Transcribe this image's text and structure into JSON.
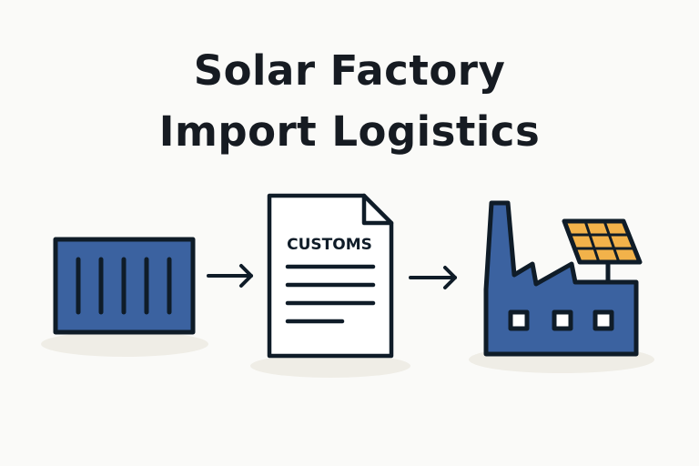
{
  "title": {
    "line1": "Solar Factory",
    "line2": "Import Logistics"
  },
  "document": {
    "label": "CUSTOMS"
  },
  "colors": {
    "blue": "#3b62a0",
    "outline": "#0f1c28",
    "solar": "#f2b24a",
    "background": "#fafaf8",
    "shadow": "#efede6"
  },
  "icons": [
    "shipping-container-icon",
    "arrow-right-icon",
    "customs-document-icon",
    "arrow-right-icon",
    "solar-factory-icon"
  ]
}
